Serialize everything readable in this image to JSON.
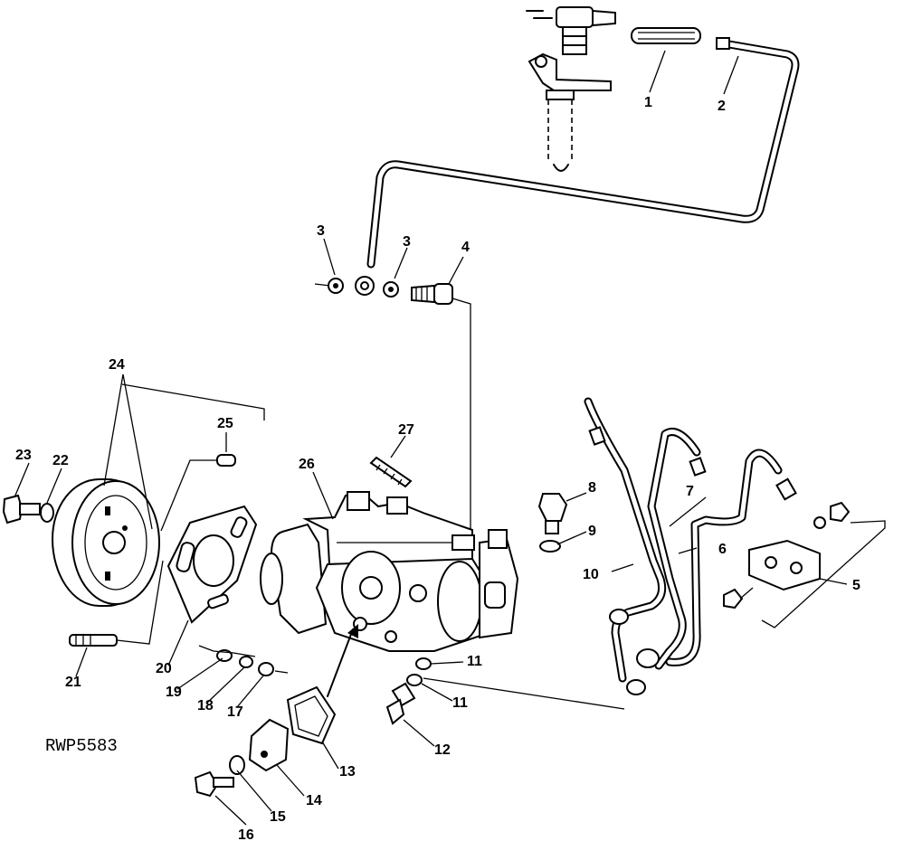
{
  "reference_code": "RWP5583",
  "callouts": {
    "c1": "1",
    "c2": "2",
    "c3a": "3",
    "c3b": "3",
    "c4": "4",
    "c5": "5",
    "c6": "6",
    "c7": "7",
    "c8": "8",
    "c9": "9",
    "c10": "10",
    "c11a": "11",
    "c11b": "11",
    "c12": "12",
    "c13": "13",
    "c14": "14",
    "c15": "15",
    "c16": "16",
    "c17": "17",
    "c18": "18",
    "c19": "19",
    "c20": "20",
    "c21": "21",
    "c22": "22",
    "c23": "23",
    "c24": "24",
    "c25": "25",
    "c26": "26",
    "c27": "27"
  }
}
